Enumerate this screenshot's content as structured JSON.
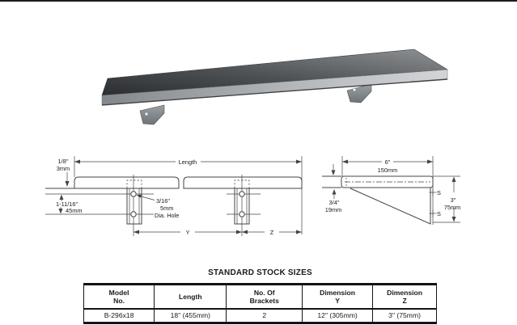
{
  "page": {
    "top_rule_color": "#1c1c1c",
    "background": "#ffffff"
  },
  "drawing_colors": {
    "line": "#444444",
    "text": "#1a1a1a"
  },
  "photo": {
    "description": "stainless-steel-shelf-with-two-brackets",
    "steel_top_dark": "#2d2f31",
    "steel_top_light": "#8e9295",
    "steel_front_light": "#d3d5d7"
  },
  "front_view": {
    "length_label": "Length",
    "thickness_in": "1/8\"",
    "thickness_mm": "3mm",
    "hole_spacing_in": "1-11/16\"",
    "hole_spacing_mm": "45mm",
    "hole_dia_in": "3/16\"",
    "hole_dia_mm": "5mm",
    "hole_dia_caption": "Dia. Hole",
    "dim_y": "Y",
    "dim_z": "Z"
  },
  "side_view": {
    "depth_in": "6\"",
    "depth_mm": "150mm",
    "lip_in": "3/4\"",
    "lip_mm": "19mm",
    "height_in": "3\"",
    "height_mm": "75mm",
    "screw_top": "S",
    "screw_bottom": "S"
  },
  "table": {
    "title": "STANDARD STOCK SIZES",
    "headers": [
      {
        "line1": "Model",
        "line2": "No."
      },
      {
        "line1": "Length",
        "line2": ""
      },
      {
        "line1": "No. Of",
        "line2": "Brackets"
      },
      {
        "line1": "Dimension",
        "line2": "Y"
      },
      {
        "line1": "Dimension",
        "line2": "Z"
      }
    ],
    "rows": [
      {
        "model": "B-296x18",
        "length": "18\" (455mm)",
        "brackets": "2",
        "dim_y": "12\" (305mm)",
        "dim_z": "3\" (75mm)"
      }
    ]
  }
}
